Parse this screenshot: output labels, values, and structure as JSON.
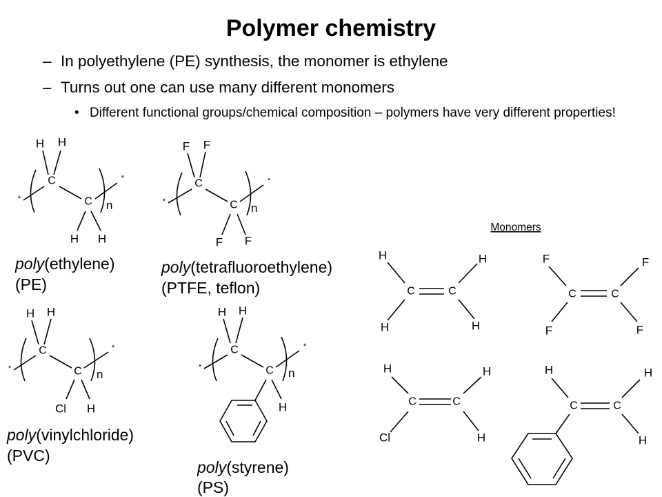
{
  "slide": {
    "title": "Polymer chemistry",
    "bullets": [
      {
        "marker": "–",
        "text": "In polyethylene (PE) synthesis, the monomer is ethylene"
      },
      {
        "marker": "–",
        "text": "Turns out one can use many different monomers"
      }
    ],
    "sub_bullet": {
      "marker": "•",
      "text": "Different functional groups/chemical composition – polymers have very different properties!"
    }
  },
  "atoms": {
    "carbon": "C",
    "hydrogen": "H",
    "fluorine": "F",
    "chlorine": "Cl",
    "end_group": "*",
    "repeat": "n"
  },
  "polymers": [
    {
      "prefix": "poly",
      "name": "(ethylene)",
      "abbr": "(PE)"
    },
    {
      "prefix": "poly",
      "name": "(tetrafluoroethylene)",
      "abbr": "(PTFE, teflon)"
    },
    {
      "prefix": "poly",
      "name": "(vinylchloride)",
      "abbr": "(PVC)"
    },
    {
      "prefix": "poly",
      "name": "(styrene)",
      "abbr": "(PS)"
    }
  ],
  "monomers": {
    "heading": "Monomers"
  }
}
